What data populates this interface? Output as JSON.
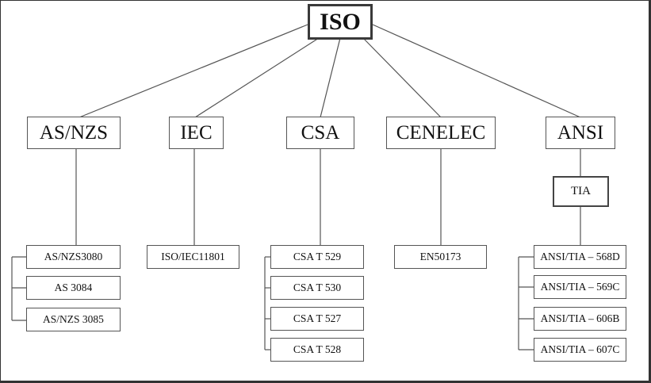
{
  "root": {
    "label": "ISO"
  },
  "level1": {
    "asnzs": "AS/NZS",
    "iec": "IEC",
    "csa": "CSA",
    "cenelec": "CENELEC",
    "ansi": "ANSI"
  },
  "tia": {
    "label": "TIA"
  },
  "level2": {
    "asnzs": [
      "AS/NZS3080",
      "AS 3084",
      "AS/NZS 3085"
    ],
    "iec": [
      "ISO/IEC11801"
    ],
    "csa": [
      "CSA T 529",
      "CSA T 530",
      "CSA T 527",
      "CSA T 528"
    ],
    "cenelec": [
      "EN50173"
    ],
    "ansi": [
      "ANSI/TIA – 568D",
      "ANSI/TIA – 569C",
      "ANSI/TIA – 606B",
      "ANSI/TIA – 607C"
    ]
  },
  "colors": {
    "line": "#555555",
    "border": "#3a3a3a",
    "background": "#ffffff"
  }
}
